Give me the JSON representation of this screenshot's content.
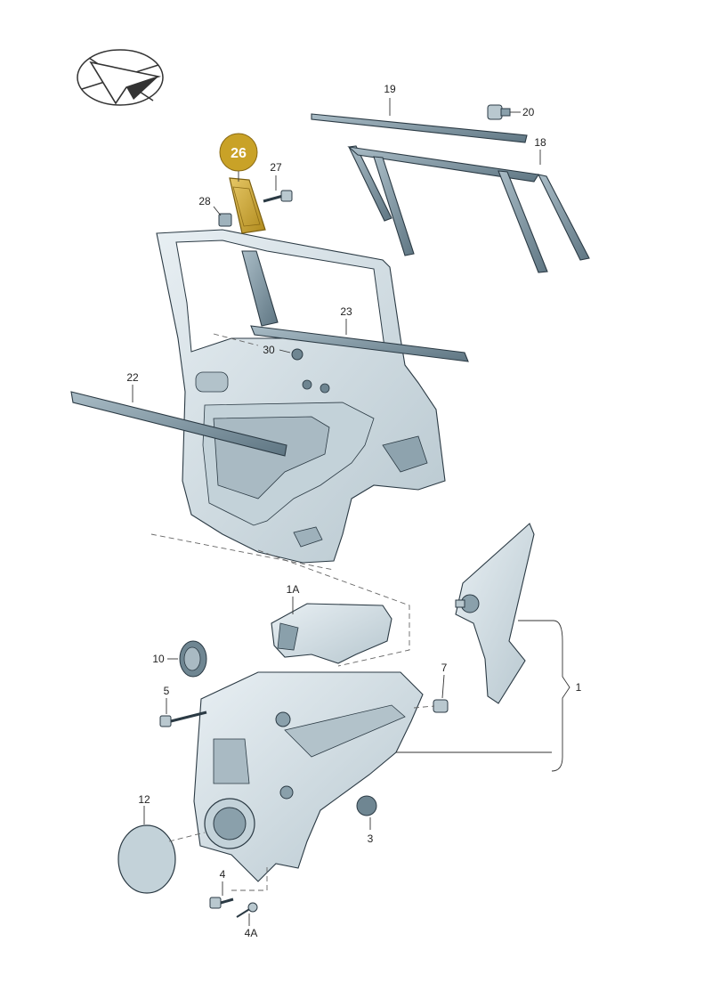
{
  "diagram": {
    "highlighted_part": "26",
    "colors": {
      "highlight": "#c9a227",
      "part_fill": "#dbe5ea",
      "part_dark": "#8aa0ab",
      "line": "#333333"
    },
    "labels": {
      "p1": "1",
      "p1A": "1A",
      "p3": "3",
      "p4": "4",
      "p4A": "4A",
      "p5": "5",
      "p7": "7",
      "p10": "10",
      "p12": "12",
      "p18": "18",
      "p19": "19",
      "p20": "20",
      "p22": "22",
      "p23": "23",
      "p26": "26",
      "p27": "27",
      "p28": "28",
      "p30": "30"
    },
    "logo_icon": "paper-plane-logo"
  }
}
